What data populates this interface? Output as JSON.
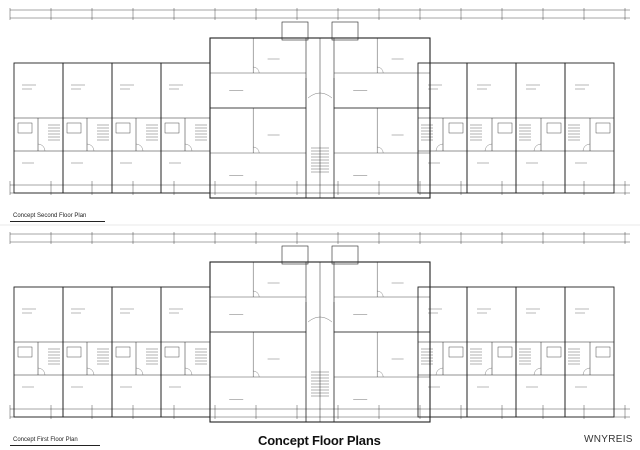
{
  "plans": [
    {
      "id": "second",
      "label": "Concept Second Floor Plan"
    },
    {
      "id": "first",
      "label": "Concept First Floor Plan"
    }
  ],
  "title": "Concept Floor Plans",
  "watermark": "WNYREIS",
  "colors": {
    "line": "#222222",
    "background": "#ffffff",
    "fine": "#555555"
  }
}
